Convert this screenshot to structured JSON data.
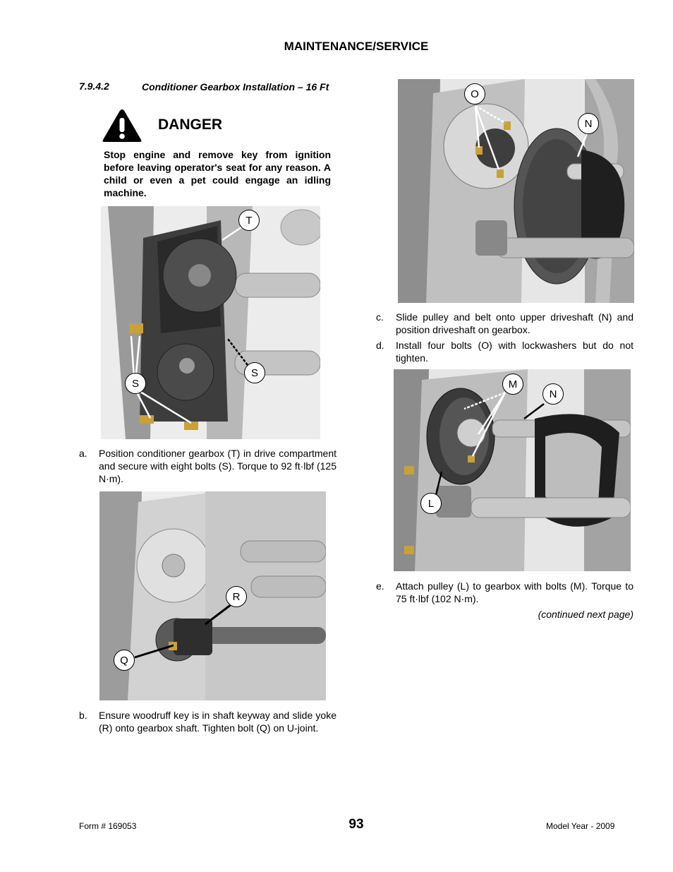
{
  "header": {
    "title": "MAINTENANCE/SERVICE"
  },
  "section": {
    "number": "7.9.4.2",
    "title": "Conditioner Gearbox Installation – 16 Ft"
  },
  "danger": {
    "icon": "warning-triangle-icon",
    "label": "DANGER",
    "text": "Stop engine and remove key from ignition before leaving operator's seat for any reason. A child or even a pet could engage an idling machine."
  },
  "steps": [
    {
      "letter": "a.",
      "text": "Position conditioner gearbox (T) in drive compartment and secure with eight bolts (S). Torque to 92 ft·lbf (125 N·m)."
    },
    {
      "letter": "b.",
      "text": "Ensure woodruff key is in shaft keyway and slide yoke (R) onto gearbox shaft.  Tighten bolt (Q) on U-joint."
    },
    {
      "letter": "c.",
      "text": "Slide pulley and belt onto upper driveshaft (N) and position driveshaft on gearbox."
    },
    {
      "letter": "d.",
      "text": "Install four bolts (O) with lockwashers but do not tighten."
    },
    {
      "letter": "e.",
      "text": "Attach pulley (L) to gearbox with bolts (M). Torque to 75 ft·lbf (102 N·m)."
    }
  ],
  "figures": {
    "fig1": {
      "callouts": [
        "T",
        "S",
        "S"
      ]
    },
    "fig2": {
      "callouts": [
        "R",
        "Q"
      ]
    },
    "fig3": {
      "callouts": [
        "O",
        "N"
      ]
    },
    "fig4": {
      "callouts": [
        "M",
        "N",
        "L"
      ]
    }
  },
  "continued": "(continued next page)",
  "footer": {
    "form": "Form # 169053",
    "page": "93",
    "model_year": "Model Year - 2009"
  }
}
